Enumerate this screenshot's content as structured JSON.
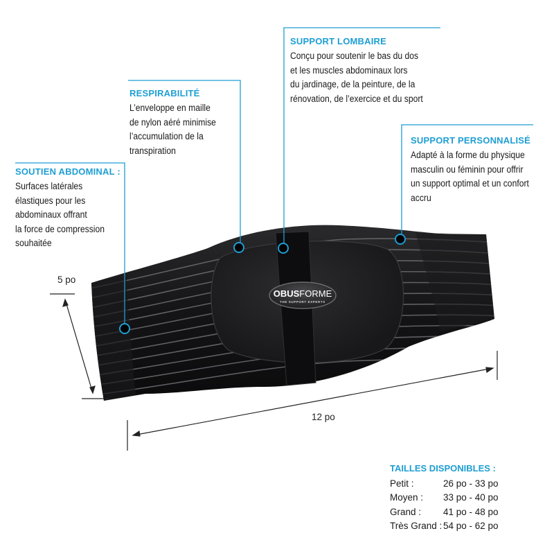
{
  "accent_color": "#1e9ed3",
  "brand": {
    "logo_text": "OBUSFORME",
    "logo_bold": "OBUS",
    "logo_light": "FORME",
    "tagline": "THE SUPPORT EXPERTS"
  },
  "callouts": {
    "lumbar": {
      "title": "SUPPORT LOMBAIRE",
      "body": "Conçu pour soutenir le bas du dos\net les muscles abdominaux lors\ndu jardinage, de la peinture, de la\nrénovation, de l’exercice et du sport"
    },
    "breathability": {
      "title": "RESPIRABILITÉ",
      "body": "L’enveloppe en maille\nde nylon aéré minimise\nl’accumulation de la\ntranspiration"
    },
    "custom": {
      "title": "SUPPORT PERSONNALISÉ",
      "body": "Adapté à la forme du physique\nmasculin ou féminin pour offrir\nun support optimal et un confort\naccru"
    },
    "abdominal": {
      "title": "SOUTIEN ABDOMINAL :",
      "body": "Surfaces latérales\nélastiques pour les\nabdominaux offrant\nla force de compression\nsouhaitée"
    }
  },
  "dimensions": {
    "height_label": "5 po",
    "width_label": "12 po"
  },
  "sizes": {
    "title": "TAILLES DISPONIBLES  :",
    "rows": [
      {
        "name": "Petit :",
        "range": "26 po - 33 po"
      },
      {
        "name": "Moyen :",
        "range": "33 po - 40 po"
      },
      {
        "name": "Grand :",
        "range": "41 po - 48 po"
      },
      {
        "name": "Très Grand :",
        "range": "54 po - 62 po"
      }
    ]
  }
}
